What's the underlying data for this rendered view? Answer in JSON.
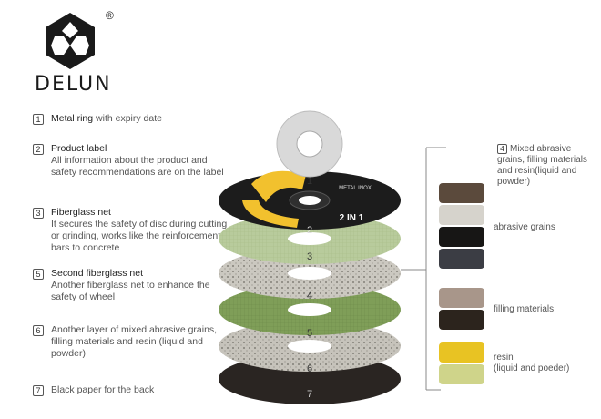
{
  "brand": {
    "name": "DELUN",
    "registered_mark": "®"
  },
  "layers": [
    {
      "number": "1",
      "title_bold": "Metal ring",
      "title_rest": " with expiry date",
      "description": ""
    },
    {
      "number": "2",
      "title_bold": "Product label",
      "title_rest": "",
      "description": "All information about the product and safety recommendations are on the label"
    },
    {
      "number": "3",
      "title_bold": "Fiberglass net",
      "title_rest": "",
      "description": "It secures the safety of disc during cutting or grinding, works like the reinforcement bars to concrete"
    },
    {
      "number": "5",
      "title_bold": "Second fiberglass net",
      "title_rest": "",
      "description": "Another fiberglass net to enhance the safety of wheel"
    },
    {
      "number": "6",
      "title_bold": "",
      "title_rest": "Another layer of mixed abrasive grains, filling materials and resin (liquid and powder)",
      "description": ""
    },
    {
      "number": "7",
      "title_bold": "",
      "title_rest": "Black paper for the back",
      "description": ""
    }
  ],
  "disc_labels": [
    "1",
    "2",
    "3",
    "4",
    "5",
    "6",
    "7"
  ],
  "disc_label_text": {
    "brand_on_label": "METAL INOX",
    "big_text": "2 IN 1"
  },
  "components": {
    "number": "4",
    "heading": "Mixed abrasive grains, filling materials and resin(liquid and powder)",
    "groups": [
      {
        "label": "abrasive grains"
      },
      {
        "label": "filling materials"
      },
      {
        "label": "resin\n(liquid and poeder)"
      }
    ]
  },
  "colors": {
    "label_black": "#1c1c1c",
    "label_yellow": "#f2c12e",
    "fiberglass_green": "#b6c99a",
    "abrasive_gray": "#c8c5bd",
    "second_net_green": "#7f9e58",
    "back_black": "#2a2522",
    "metal_ring": "#d9d9d9",
    "resin_yellow": "#e8c323",
    "resin_powder": "#cfd48a"
  }
}
